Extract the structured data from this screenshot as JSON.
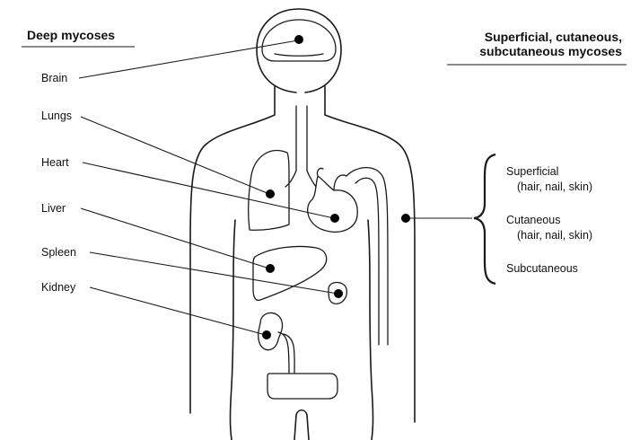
{
  "headers": {
    "deep": "Deep mycoses",
    "superficial_line1": "Superficial, cutaneous,",
    "superficial_line2": "subcutaneous mycoses"
  },
  "organs": {
    "brain": "Brain",
    "lungs": "Lungs",
    "heart": "Heart",
    "liver": "Liver",
    "spleen": "Spleen",
    "kidney": "Kidney"
  },
  "skin_types": {
    "superficial": "Superficial",
    "superficial_detail": "(hair, nail, skin)",
    "cutaneous": "Cutaneous",
    "cutaneous_detail": "(hair, nail, skin)",
    "subcutaneous": "Subcutaneous"
  }
}
